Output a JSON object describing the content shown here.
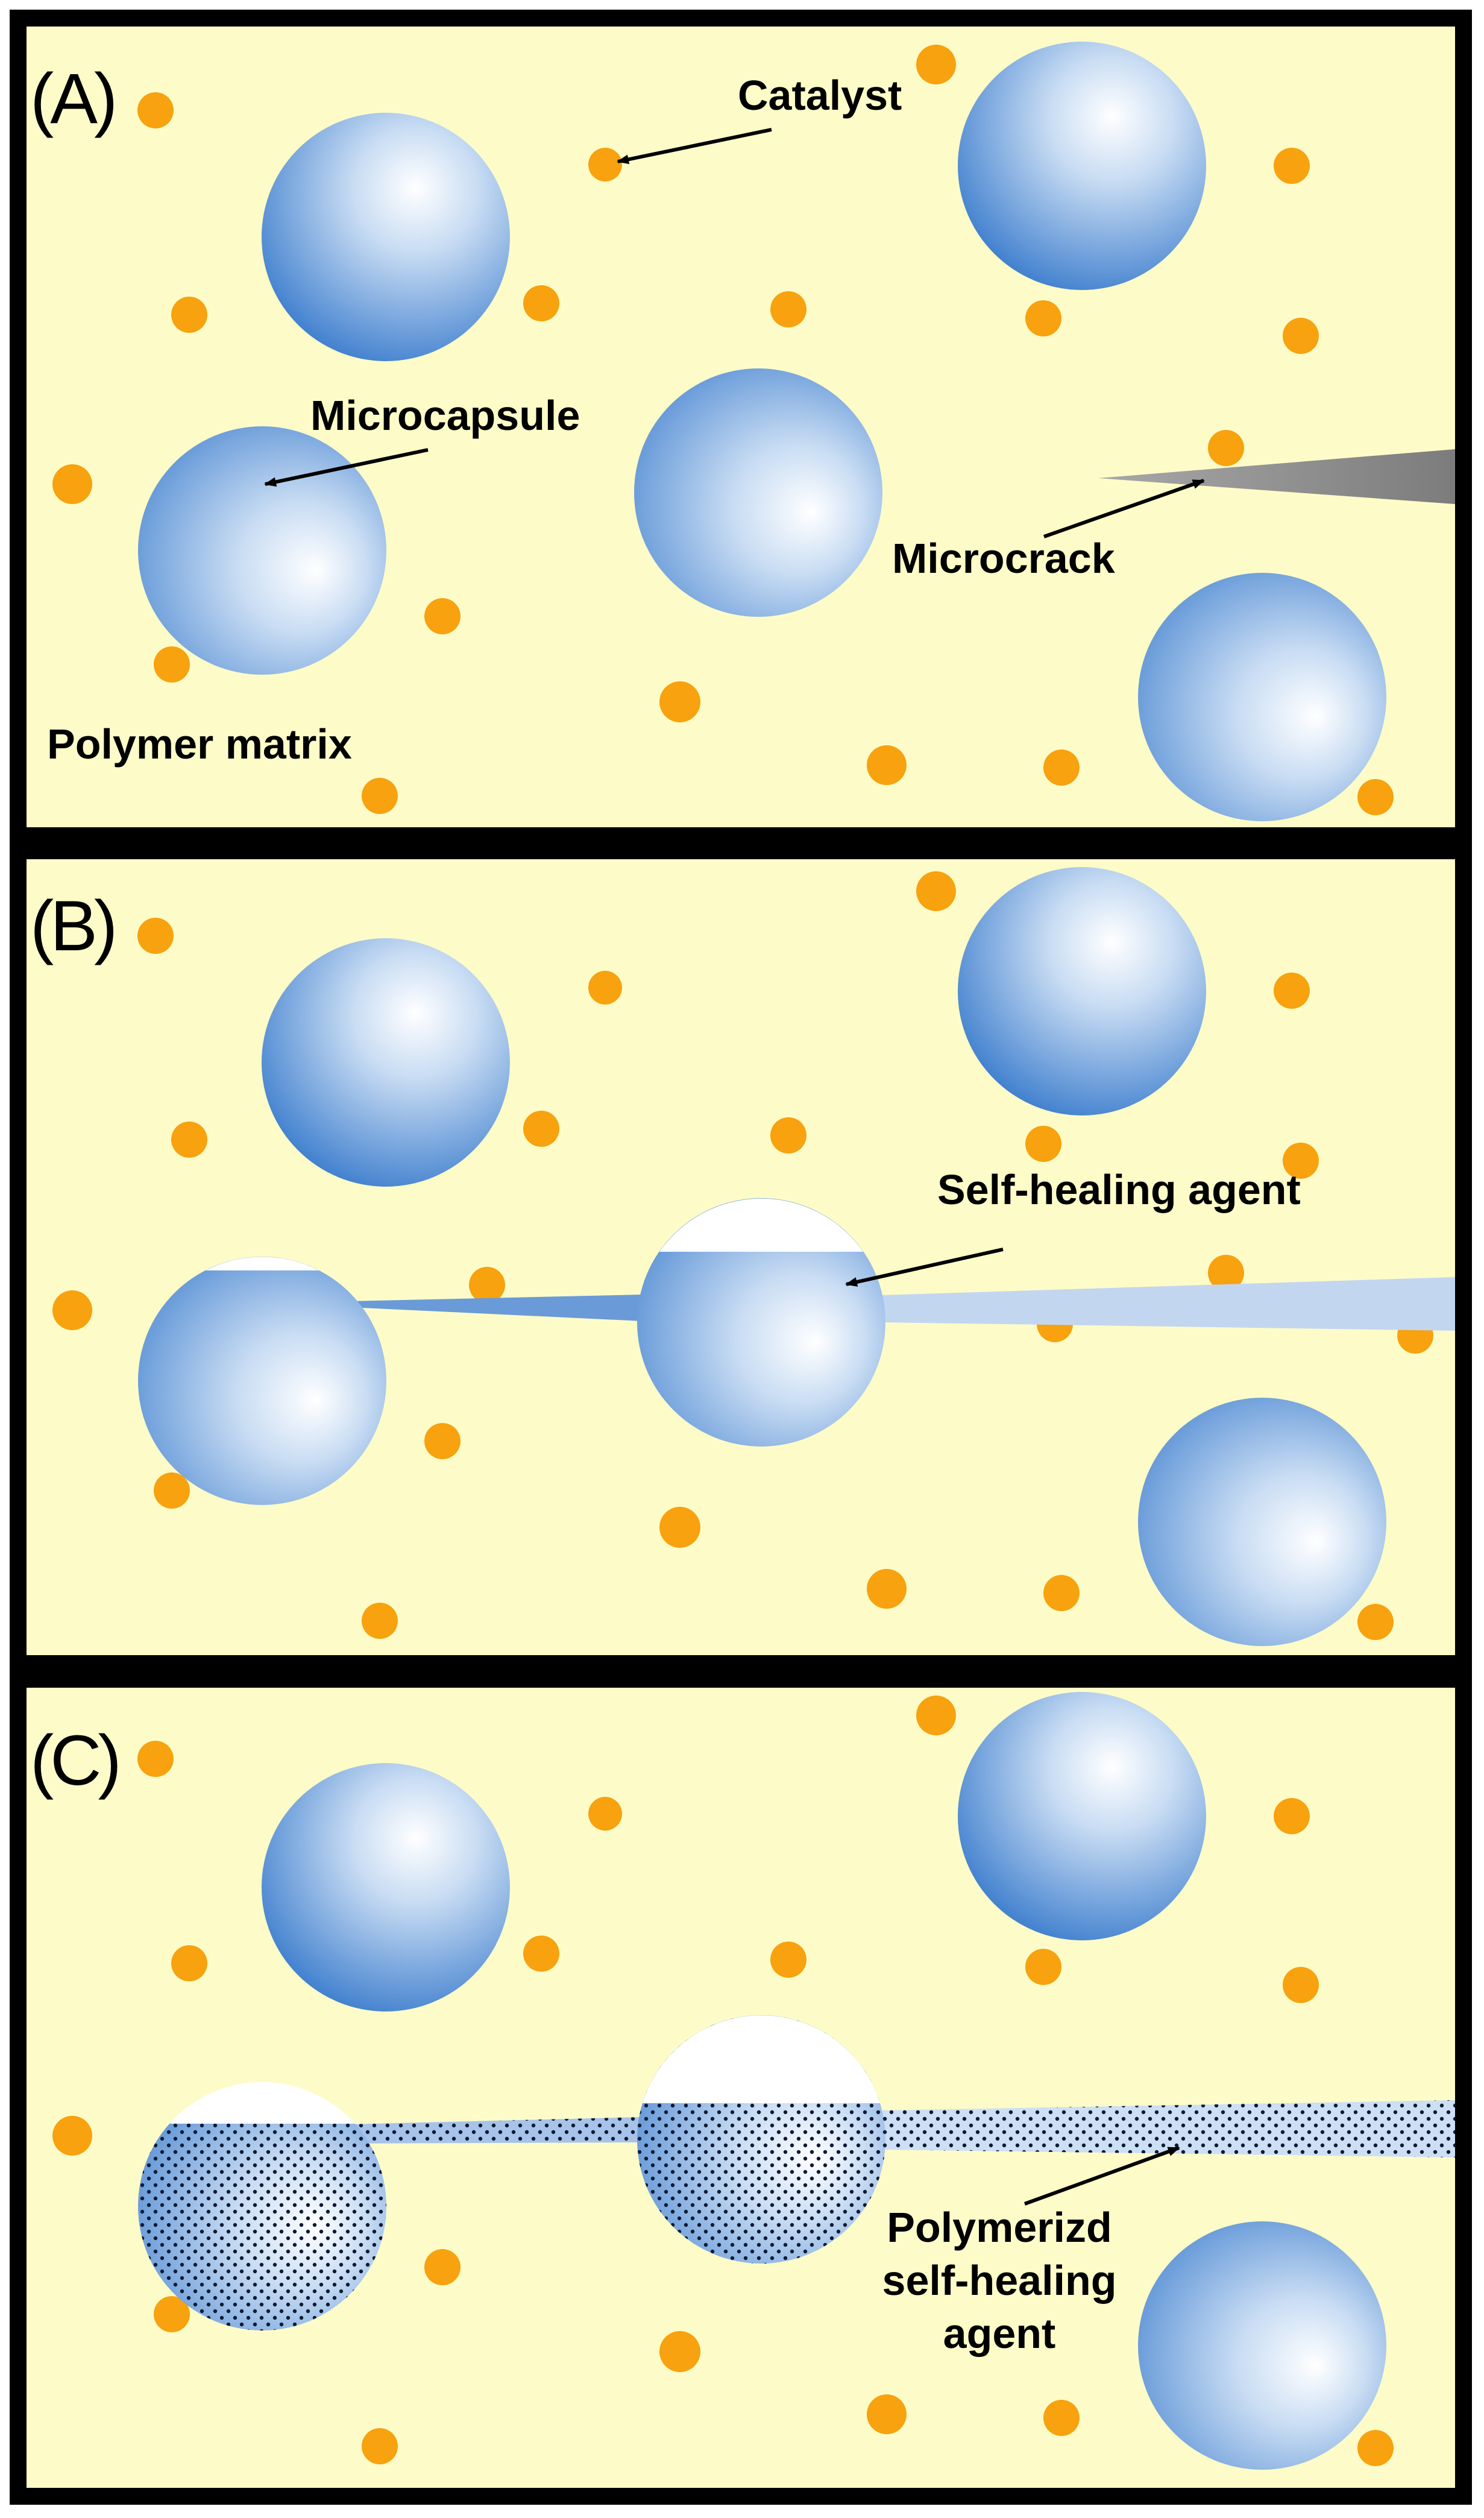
{
  "colors": {
    "matrix": "#fdfcc8",
    "border": "#000000",
    "catalyst": "#f7a20e",
    "capsule_dark": "#3d7fd0",
    "capsule_light": "#ffffff",
    "crack": "#8a8a8a",
    "agent": "#c3d6f0"
  },
  "panels": [
    {
      "label": "(A)",
      "annotations": {
        "catalyst": "Catalyst",
        "microcapsule": "Microcapsule",
        "microcrack": "Microcrack",
        "matrix": "Polymer matrix"
      }
    },
    {
      "label": "(B)",
      "annotations": {
        "agent": "Self-healing agent"
      }
    },
    {
      "label": "(C)",
      "annotations": {
        "polymerized_line1": "Polymerizd",
        "polymerized_line2": "self-healing",
        "polymerized_line3": "agent"
      }
    }
  ]
}
